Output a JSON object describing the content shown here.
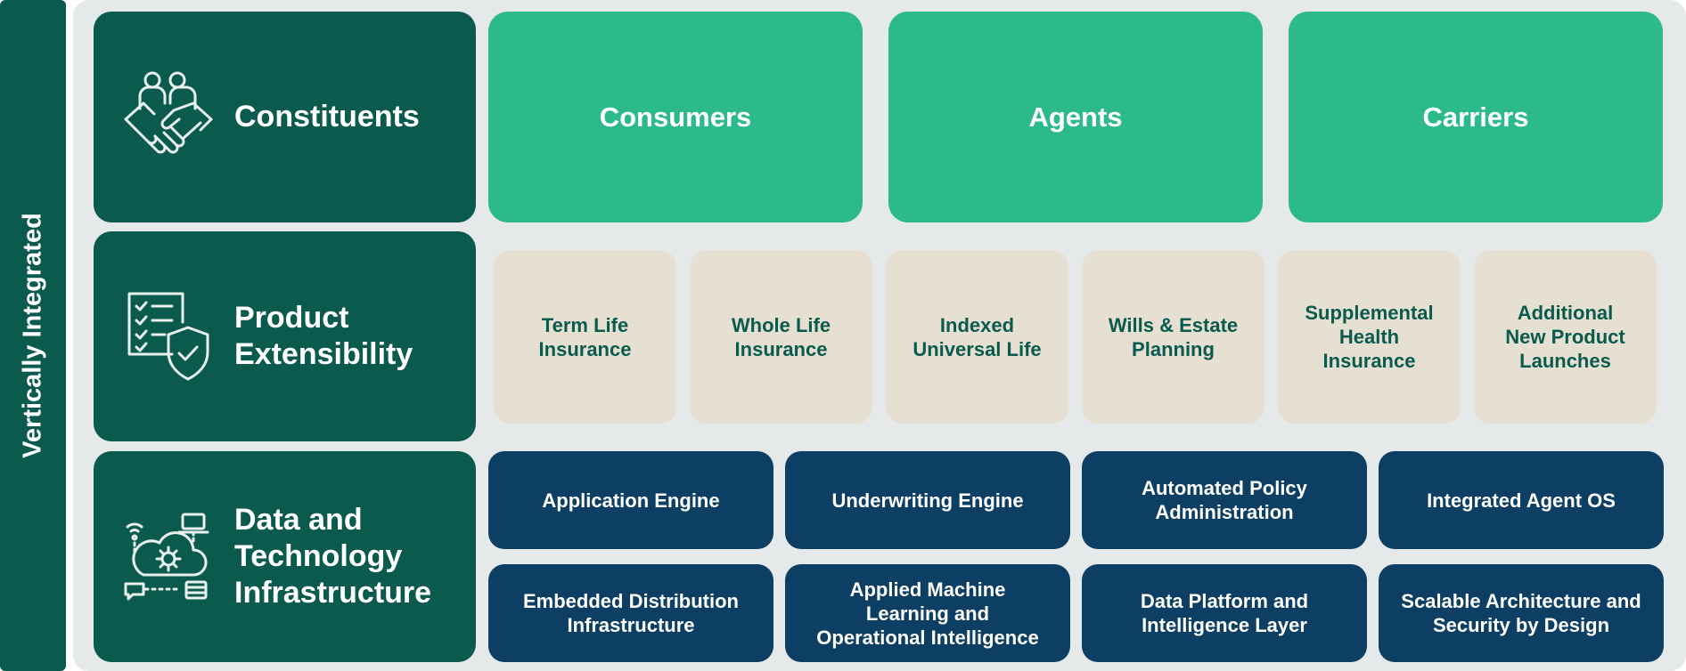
{
  "side_label": "Vertically Integrated",
  "rows": {
    "constituents": {
      "title": "Constituents",
      "icon": "handshake-people-icon",
      "cards": [
        "Consumers",
        "Agents",
        "Carriers"
      ]
    },
    "product": {
      "title": "Product\nExtensibility",
      "icon": "checklist-shield-icon",
      "cards": [
        "Term Life\nInsurance",
        "Whole Life\nInsurance",
        "Indexed\nUniversal Life",
        "Wills & Estate\nPlanning",
        "Supplemental\nHealth\nInsurance",
        "Additional\nNew Product\nLaunches"
      ]
    },
    "infrastructure": {
      "title": "Data and\nTechnology\nInfrastructure",
      "icon": "cloud-gear-network-icon",
      "cards": [
        "Application Engine",
        "Underwriting Engine",
        "Automated Policy\nAdministration",
        "Integrated Agent OS",
        "Embedded Distribution\nInfrastructure",
        "Applied Machine\nLearning and\nOperational Intelligence",
        "Data Platform and\nIntelligence Layer",
        "Scalable Architecture and\nSecurity by Design"
      ]
    }
  },
  "colors": {
    "dark_green": "#0b5a4e",
    "bright_green": "#2cb98b",
    "beige": "#e5e0d1",
    "navy": "#0c3f63",
    "panel": "#e6e9ea"
  }
}
